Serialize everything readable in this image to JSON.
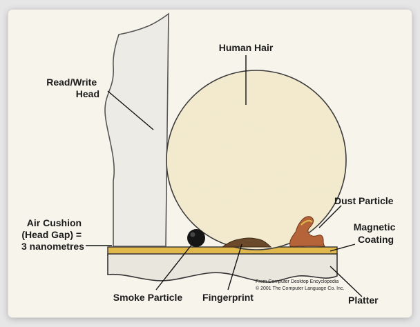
{
  "labels": {
    "head": [
      "Read/Write",
      "Head"
    ],
    "hair": "Human Hair",
    "air_cushion": [
      "Air Cushion",
      "(Head Gap) =",
      "3 nanometres"
    ],
    "dust": "Dust Particle",
    "coating": [
      "Magnetic",
      "Coating"
    ],
    "smoke": "Smoke Particle",
    "fingerprint": "Fingerprint",
    "platter": "Platter"
  },
  "credit": [
    "From Computer Desktop Encyclopedia",
    "© 2001 The Computer Language Co. Inc."
  ],
  "colors": {
    "background": "#f7f4ec",
    "head_fill": "#ecebe6",
    "hair_fill": "#f4ebcf",
    "coating_fill": "#e1b84b",
    "platter_fill": "#e9e6de",
    "smoke_fill": "#151515",
    "fingerprint_fill": "#6b4a2c",
    "dust_fill": "#b5643a"
  }
}
